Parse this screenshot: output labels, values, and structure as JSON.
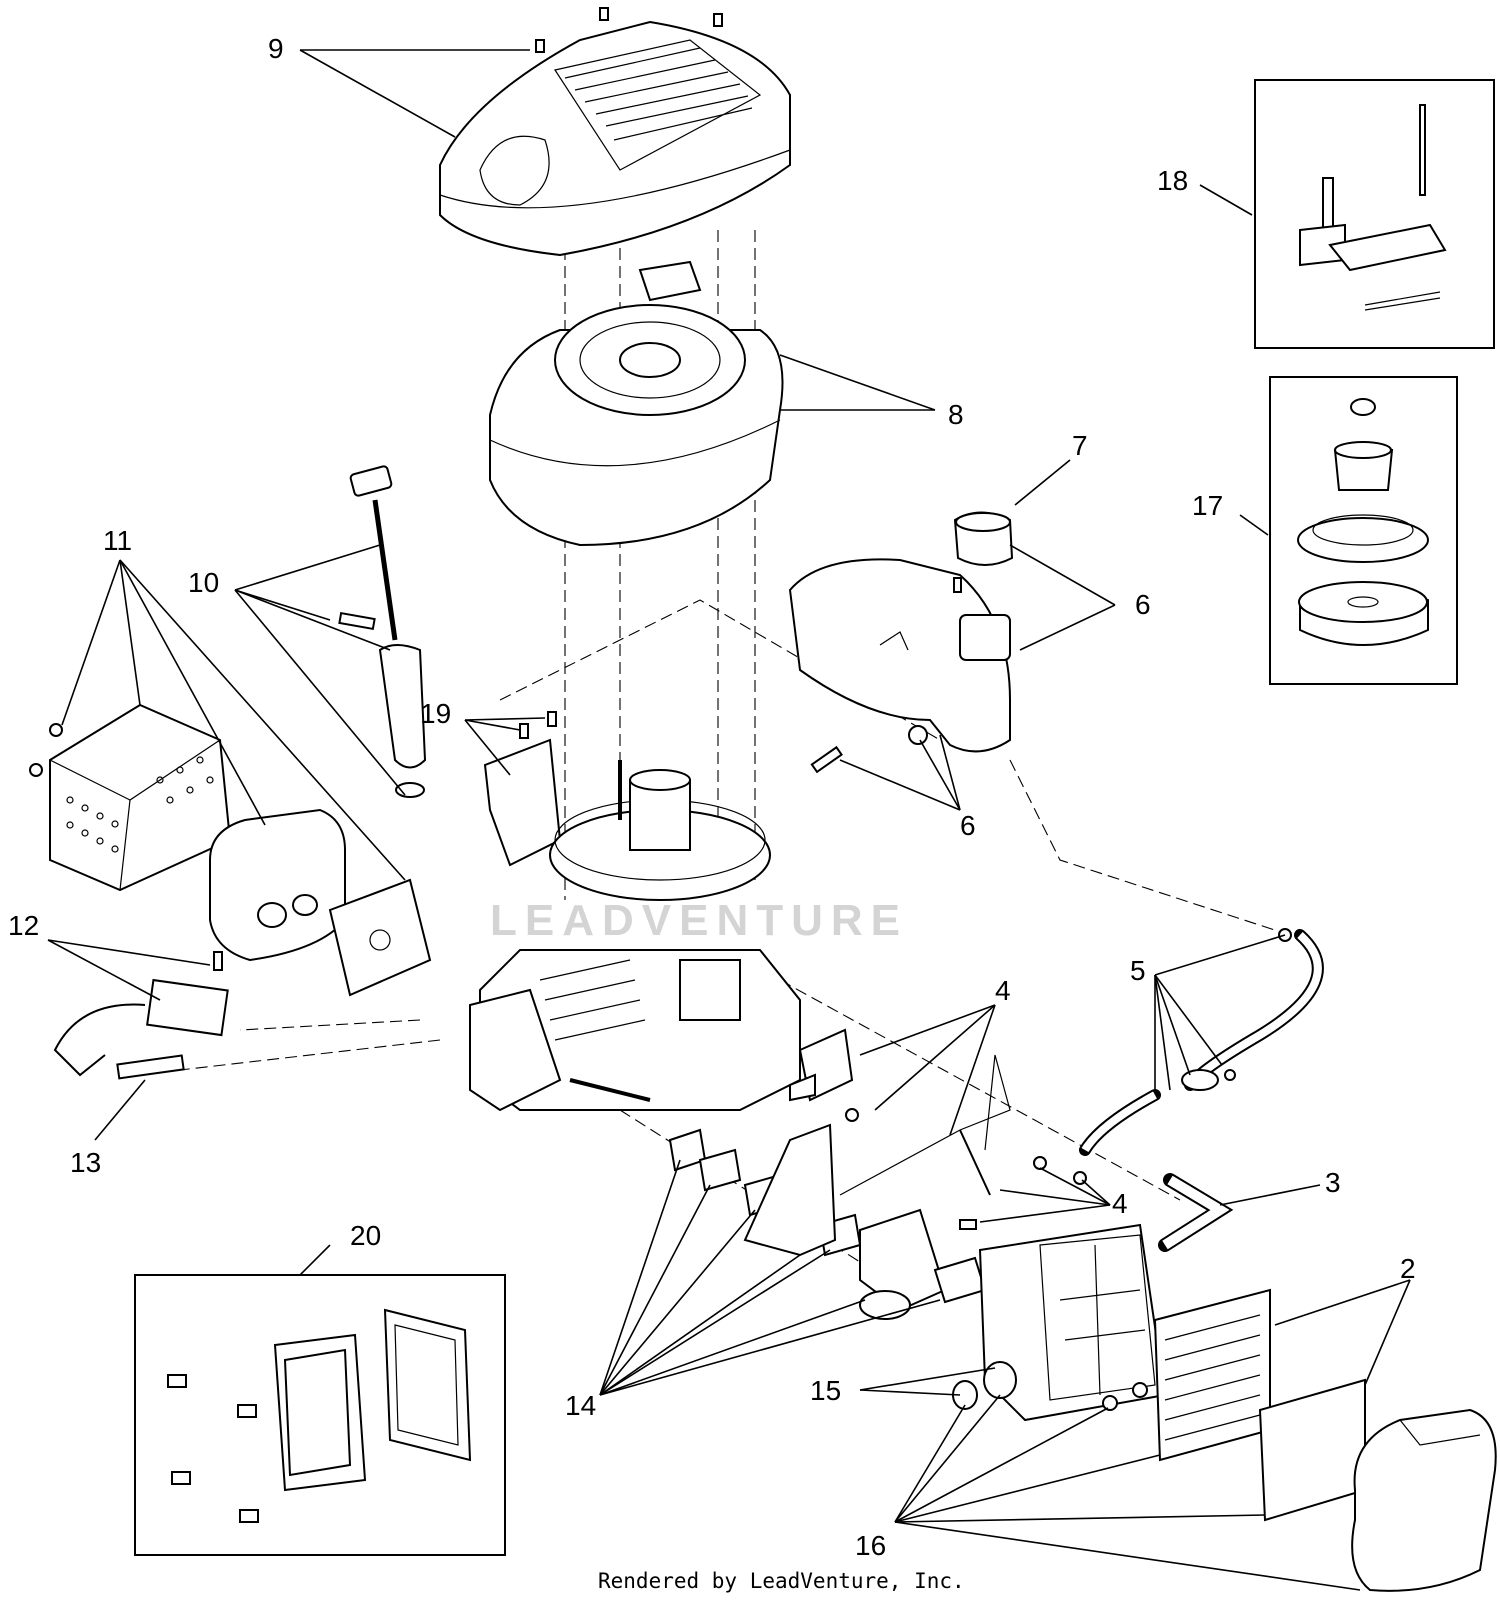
{
  "callouts": [
    "2",
    "3",
    "4",
    "4",
    "5",
    "6",
    "6",
    "7",
    "8",
    "9",
    "10",
    "11",
    "12",
    "13",
    "14",
    "15",
    "16",
    "17",
    "18",
    "19",
    "20"
  ],
  "watermark": "LEADVENTURE",
  "footer": "Rendered by LeadVenture, Inc."
}
